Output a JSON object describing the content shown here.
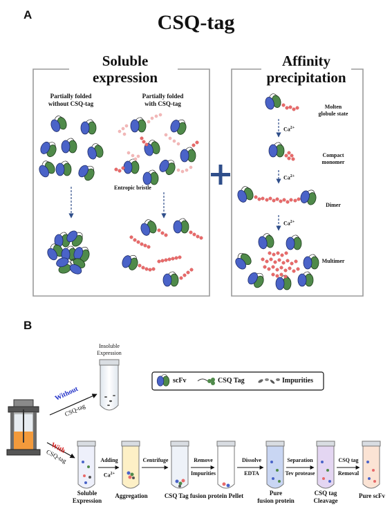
{
  "panel_a": {
    "letter": "A",
    "title": "CSQ-tag",
    "soluble_box": {
      "title_line1": "Soluble",
      "title_line2": "expression",
      "col1_line1": "Partially folded",
      "col1_line2": "without CSQ-tag",
      "col2_line1": "Partially folded",
      "col2_line2": "with CSQ-tag",
      "entropic_label": "Entropic bristle"
    },
    "plus_symbol": "+",
    "affinity_box": {
      "title_line1": "Affinity",
      "title_line2": "precipitation",
      "states": [
        {
          "line1": "Molten",
          "line2": "globule state"
        },
        {
          "line1": "Compact",
          "line2": "monomer"
        },
        {
          "line1": "Dimer",
          "line2": ""
        },
        {
          "line1": "Multimer",
          "line2": ""
        }
      ],
      "ca_label": "Ca",
      "ca_sup": "2+"
    }
  },
  "panel_b": {
    "letter": "B",
    "insoluble_line1": "Insoluble",
    "insoluble_line2": "Expression",
    "without_label": "Without",
    "without_sub": "CSQ-tag",
    "with_label": "With",
    "with_sub": "CSQ-tag",
    "legend": {
      "scfv": "scFv",
      "csq": "CSQ Tag",
      "impurities": "Impurities"
    },
    "steps": [
      {
        "line1": "Soluble",
        "line2": "Expression"
      },
      {
        "line1": "Aggregation",
        "line2": ""
      },
      {
        "line1": "CSQ Tag fusion protein Pellet",
        "line2": ""
      },
      {
        "line1": "Pure",
        "line2": "fusion protein"
      },
      {
        "line1": "CSQ tag",
        "line2": "Cleavage"
      },
      {
        "line1": "Pure scFv",
        "line2": ""
      }
    ],
    "arrows": [
      {
        "above": "Adding",
        "below": "Ca",
        "below_sup": "2+"
      },
      {
        "above": "Centrifuge",
        "below": "",
        "below_sup": ""
      },
      {
        "above": "Remove",
        "below": "Impurities",
        "below_sup": ""
      },
      {
        "above": "Dissolve",
        "below": "EDTA",
        "below_sup": ""
      },
      {
        "above": "Separation",
        "below": "Tev protease",
        "below_sup": ""
      },
      {
        "above": "CSQ tag",
        "below": "Removal",
        "below_sup": ""
      }
    ],
    "colors": {
      "blue_domain": "#4a63c8",
      "green_domain": "#4f8a4a",
      "red_bead": "#e86a6a",
      "plus": "#2f4e8a",
      "without": "#1f2fc8",
      "with": "#d42020"
    }
  }
}
